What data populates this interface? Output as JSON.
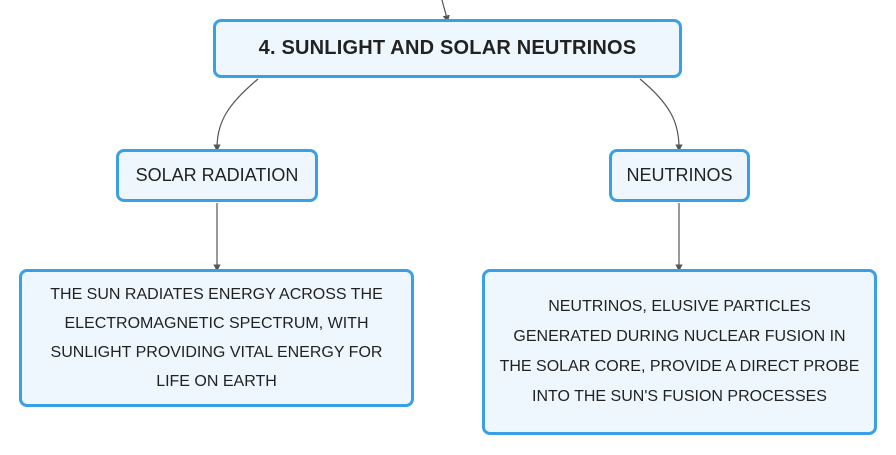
{
  "root": {
    "title": "4. SUNLIGHT AND SOLAR NEUTRINOS"
  },
  "branches": [
    {
      "label": "SOLAR RADIATION",
      "detail": "THE SUN RADIATES ENERGY ACROSS THE ELECTROMAGNETIC SPECTRUM, WITH SUNLIGHT PROVIDING VITAL ENERGY FOR LIFE ON EARTH"
    },
    {
      "label": "NEUTRINOS",
      "detail": "NEUTRINOS, ELUSIVE PARTICLES GENERATED DURING NUCLEAR FUSION IN THE SOLAR CORE, PROVIDE A DIRECT PROBE INTO THE SUN'S FUSION PROCESSES"
    }
  ],
  "colors": {
    "node_border": "#3aa0e6",
    "node_fill": "#eef7fe",
    "connector": "#555555",
    "text": "#222222"
  }
}
